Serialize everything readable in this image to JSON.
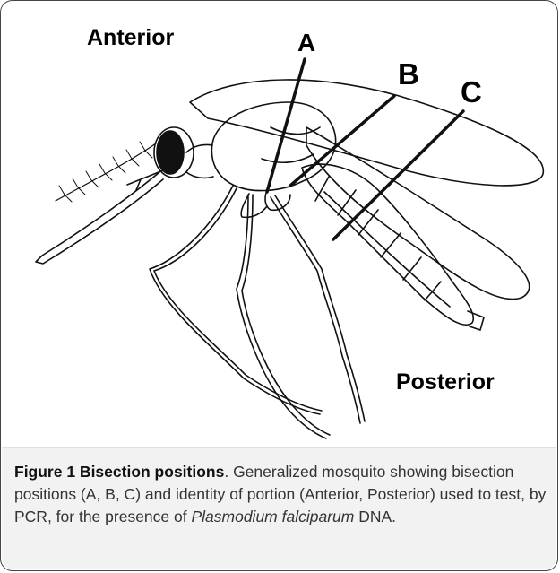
{
  "labels": {
    "anterior": "Anterior",
    "posterior": "Posterior",
    "position_a": "A",
    "position_b": "B",
    "position_c": "C"
  },
  "caption": {
    "title": "Figure 1 Bisection positions",
    "text_1": ". Generalized mosquito showing bisection positions (A, B, C) and identity of portion (Anterior, Posterior) used to test, by PCR, for the presence of ",
    "italic": "Plasmodium falciparum",
    "text_2": " DNA."
  },
  "colors": {
    "caption_band": "#f2f2f2",
    "line": "#111111"
  }
}
